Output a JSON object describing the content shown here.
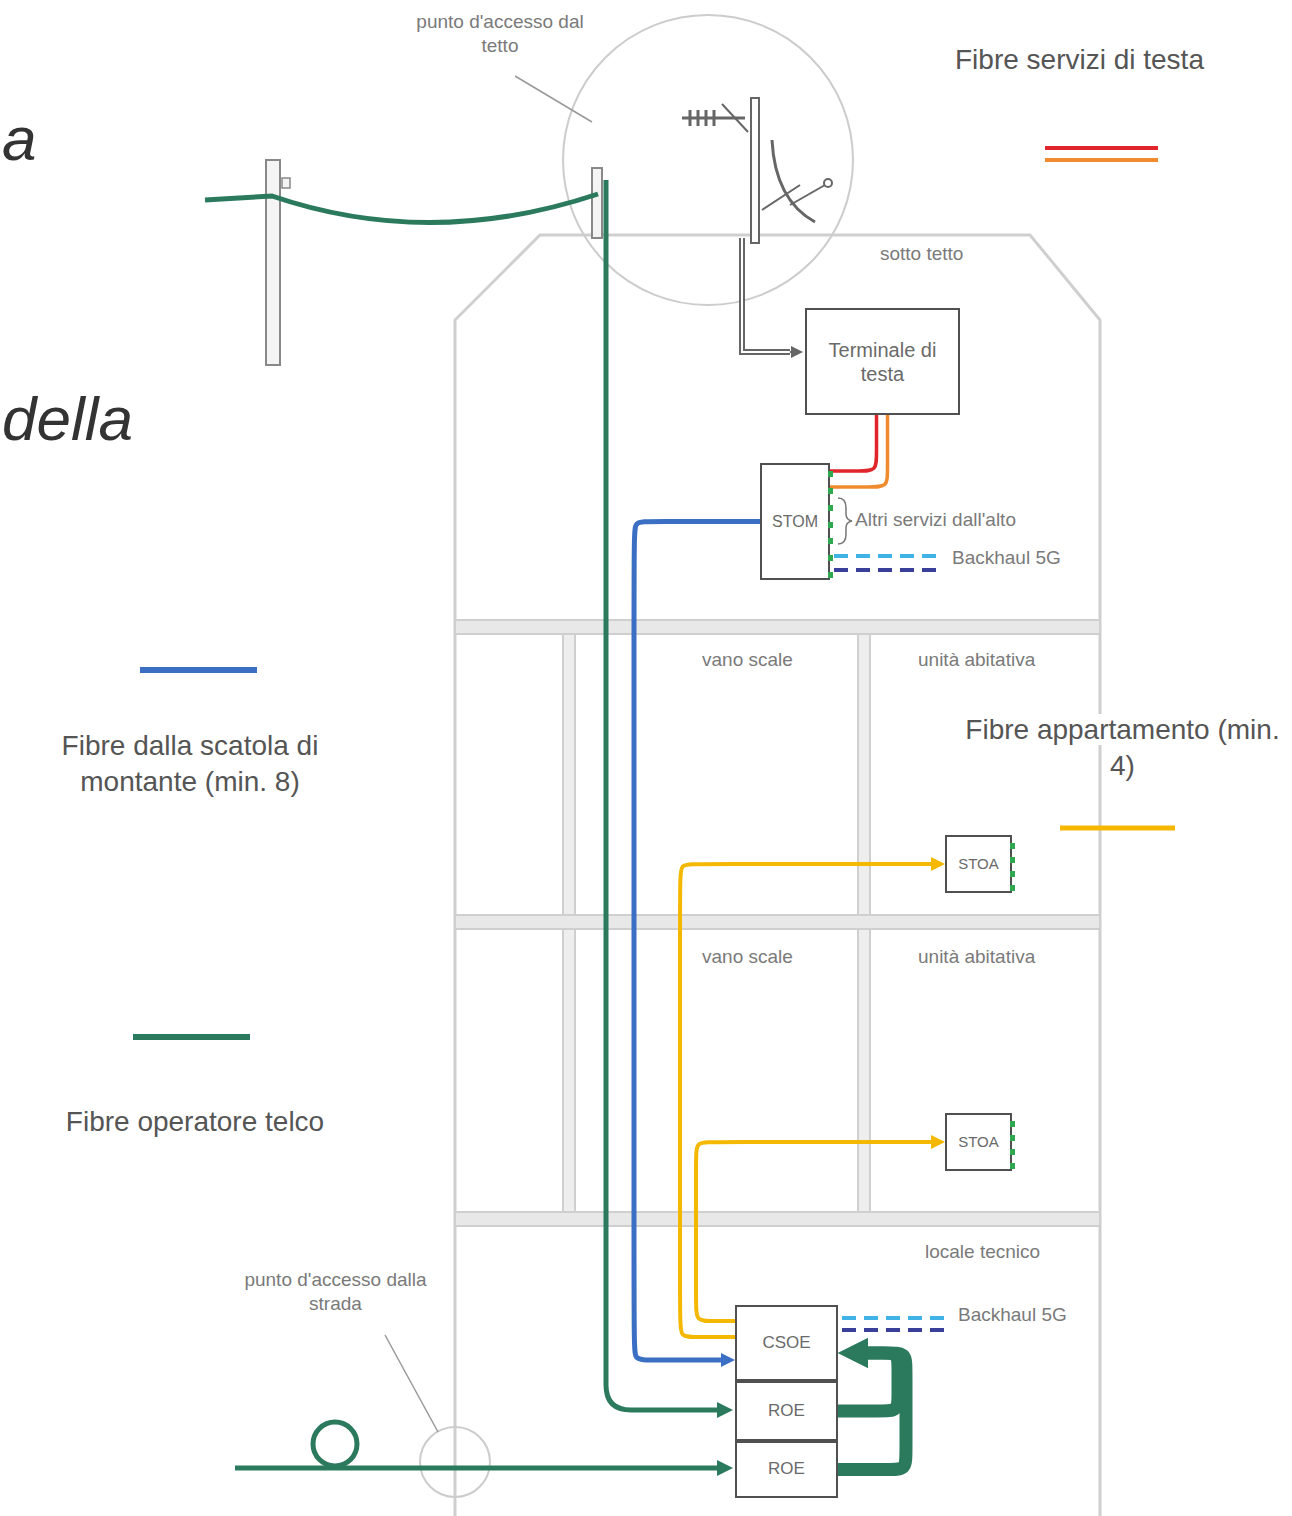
{
  "diagram": {
    "nodes": [
      {
        "text": [
          "Terminale di testa"
        ]
      },
      {
        "text": [
          "STOM"
        ]
      },
      {
        "text": [
          "STOA"
        ]
      },
      {
        "text": [
          "STOA"
        ]
      },
      {
        "text": [
          "CSOE"
        ]
      },
      {
        "text": [
          "ROE"
        ]
      },
      {
        "text": [
          "ROE"
        ]
      }
    ],
    "edges": [
      {
        "from": 0,
        "to": 1,
        "arrow": "none"
      },
      {
        "from": 1,
        "to": 4,
        "arrow": "to"
      },
      {
        "from": 4,
        "to": 2,
        "arrow": "to"
      },
      {
        "from": 4,
        "to": 3,
        "arrow": "to"
      },
      {
        "from": 5,
        "to": 4,
        "arrow": "to"
      },
      {
        "from": 6,
        "to": 4,
        "arrow": "to"
      }
    ],
    "labels": [
      "a",
      "punto d'accesso dal tetto",
      "della",
      "sotto tetto",
      "Altri servizi dall'alto",
      "Backhaul 5G",
      "vano scale",
      "unità abitativa",
      "vano scale",
      "unità abitativa",
      "locale tecnico",
      "punto d'accesso dalla strada",
      "Backhaul 5G"
    ],
    "legend": [
      {
        "text": "Fibre servizi di testa"
      },
      {
        "text": "Fibre dalla scatola di montante (min. 8)"
      },
      {
        "text": "Fibre appartamento (min. 4)"
      },
      {
        "text": "Fibre operatore telco"
      }
    ]
  }
}
